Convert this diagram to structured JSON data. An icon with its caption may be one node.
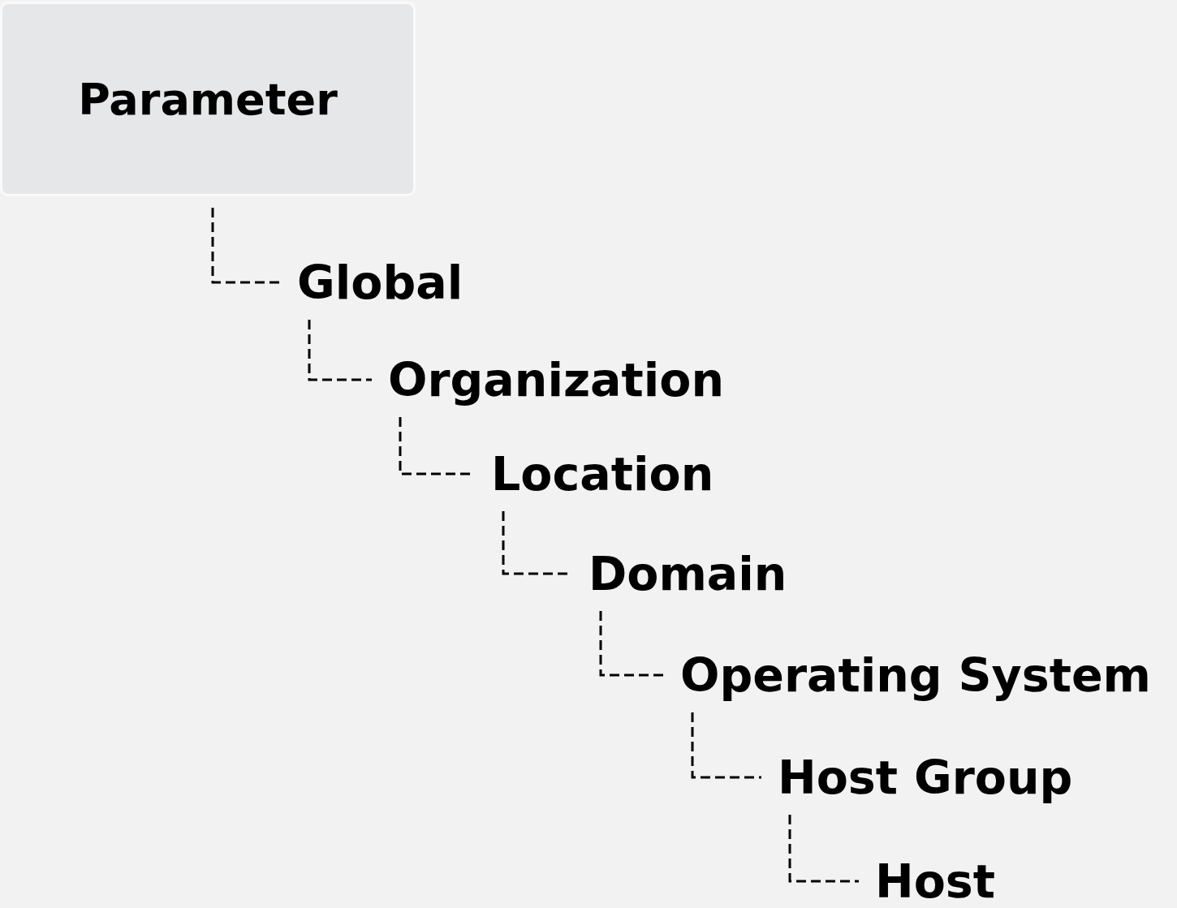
{
  "diagram": {
    "nodes": [
      {
        "text": [
          "Parameter"
        ]
      },
      {
        "text": [
          "Global"
        ]
      },
      {
        "text": [
          "Organization"
        ]
      },
      {
        "text": [
          "Location"
        ]
      },
      {
        "text": [
          "Domain"
        ]
      },
      {
        "text": [
          "Operating System"
        ]
      },
      {
        "text": [
          "Host Group"
        ]
      },
      {
        "text": [
          "Host"
        ]
      }
    ],
    "edges": [
      {
        "from": 0,
        "to": 1,
        "arrow": "none",
        "style": "dashed"
      },
      {
        "from": 1,
        "to": 2,
        "arrow": "none",
        "style": "dashed"
      },
      {
        "from": 2,
        "to": 3,
        "arrow": "none",
        "style": "dashed"
      },
      {
        "from": 3,
        "to": 4,
        "arrow": "none",
        "style": "dashed"
      },
      {
        "from": 4,
        "to": 5,
        "arrow": "none",
        "style": "dashed"
      },
      {
        "from": 5,
        "to": 6,
        "arrow": "none",
        "style": "dashed"
      },
      {
        "from": 6,
        "to": 7,
        "arrow": "none",
        "style": "dashed"
      }
    ]
  }
}
